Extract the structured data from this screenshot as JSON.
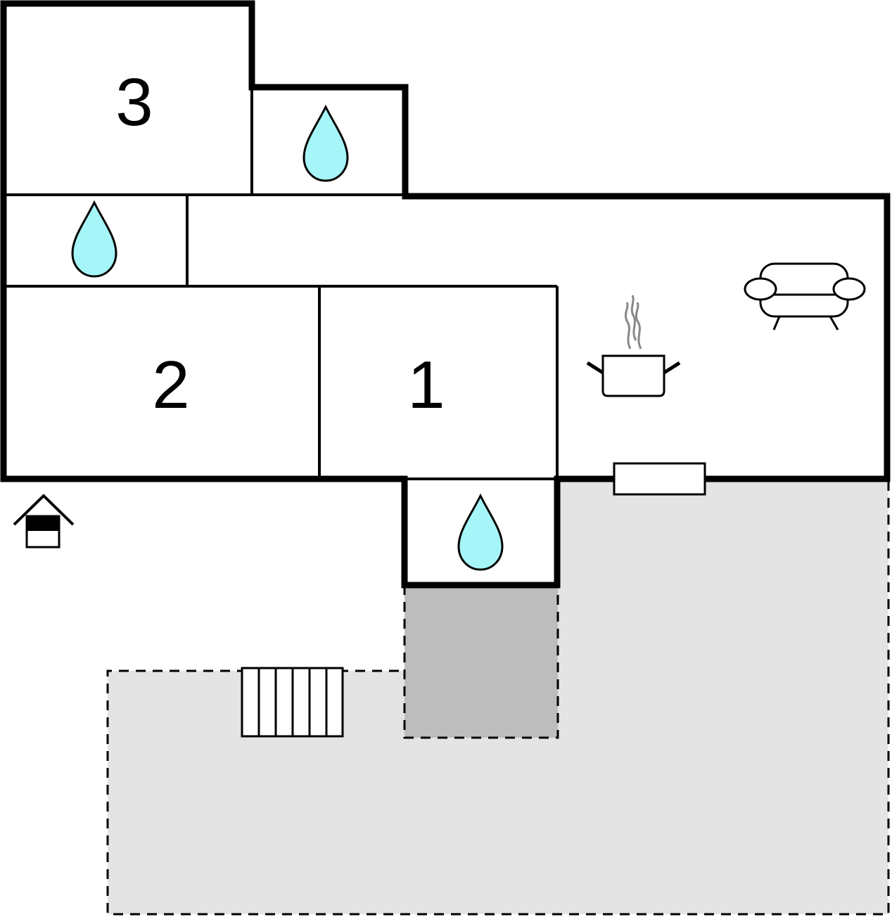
{
  "plan": {
    "rooms": [
      {
        "label": "3"
      },
      {
        "label": "2"
      },
      {
        "label": "1"
      }
    ]
  },
  "colors": {
    "wall": "#000000",
    "water_fill": "#a6f5f8",
    "terrace_fill": "#e4e4e4",
    "covered_terrace_fill": "#bdbdbd",
    "steam": "#888888"
  },
  "icons": [
    "water-drop-icon",
    "sofa-icon",
    "cooking-pot-icon",
    "entrance-icon",
    "stairs-icon",
    "window-icon"
  ]
}
